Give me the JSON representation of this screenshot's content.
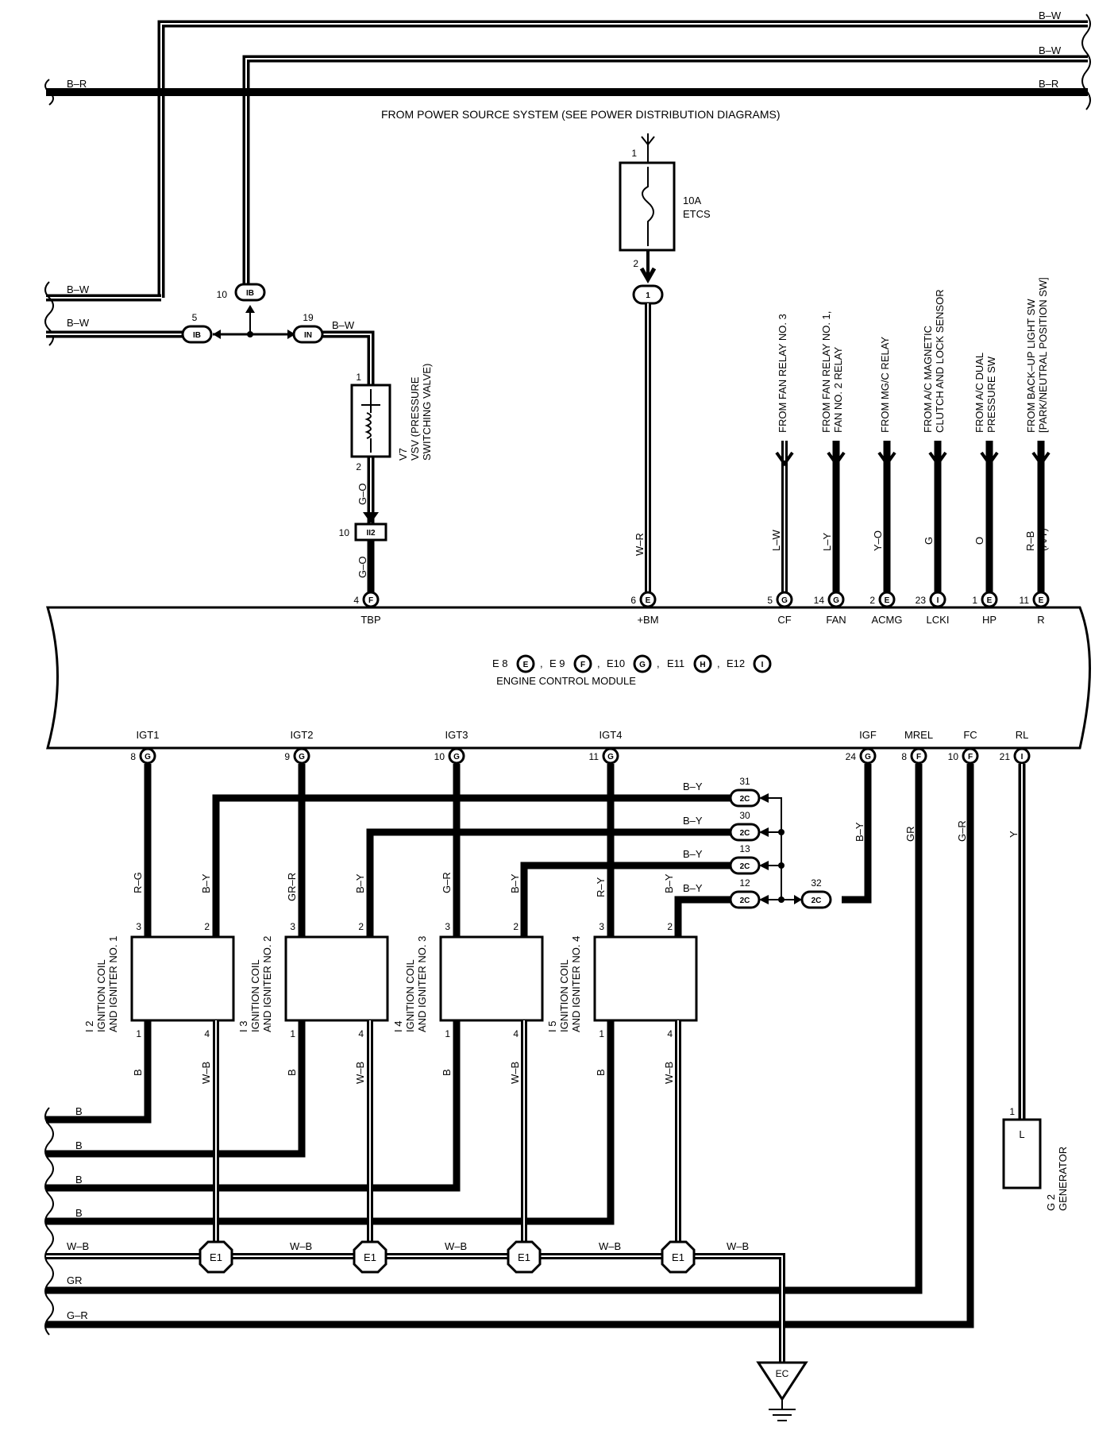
{
  "header": {
    "power_source": "FROM POWER SOURCE SYSTEM (SEE POWER DISTRIBUTION DIAGRAMS)"
  },
  "top_wires": {
    "bw1": "B–W",
    "bw2": "B–W",
    "br": "B–R",
    "br_left": "B–R"
  },
  "left_wires": {
    "bw_a": "B–W",
    "bw_b": "B–W",
    "bw_vsv": "B–W"
  },
  "connectors": {
    "ib_top": {
      "pin": "10",
      "code": "IB"
    },
    "ib_left": {
      "pin": "5",
      "code": "IB"
    },
    "in": {
      "pin": "19",
      "code": "IN"
    },
    "ii2": {
      "pin": "10",
      "code": "II2"
    },
    "one": {
      "pin": "2",
      "code": "1"
    },
    "c2c_31": {
      "pin": "31",
      "code": "2C"
    },
    "c2c_30": {
      "pin": "30",
      "code": "2C"
    },
    "c2c_13": {
      "pin": "13",
      "code": "2C"
    },
    "c2c_12": {
      "pin": "12",
      "code": "2C"
    },
    "c2c_32": {
      "pin": "32",
      "code": "2C"
    }
  },
  "fuse": {
    "pin_top": "1",
    "pin_bottom": "2",
    "rating": "10A",
    "name": "ETCS"
  },
  "vsv": {
    "pin_top": "1",
    "pin_bottom": "2",
    "id": "V7",
    "name_1": "VSV (PRESSURE",
    "name_2": "SWITCHING VALVE)",
    "wire_out": "G–O",
    "wire_ecm": "G–O"
  },
  "from_labels": {
    "cf_1": "FROM FAN RELAY NO. 3",
    "fan_1": "FROM FAN RELAY NO. 1,",
    "fan_2": "FAN NO. 2 RELAY",
    "acmg_1": "FROM MG/C RELAY",
    "lcki_1": "FROM A/C MAGNETIC",
    "lcki_2": "CLUTCH AND LOCK SENSOR",
    "hp_1": "FROM A/C DUAL",
    "hp_2": "PRESSURE SW",
    "r_1": "FROM BACK–UP LIGHT SW",
    "r_2": "[PARK/NEUTRAL POSITION SW]"
  },
  "top_wire_colors": {
    "bm": "W–R",
    "cf": "L–W",
    "fan": "L–Y",
    "acmg": "Y–O",
    "lcki": "G",
    "hp": "O",
    "r": "R–B",
    "r_note": "(A/T)"
  },
  "ecm": {
    "line1_codes": [
      "E 8",
      "E",
      "E 9",
      "F",
      "E10",
      "G",
      "E11",
      "H",
      "E12",
      "I"
    ],
    "name": "ENGINE CONTROL MODULE",
    "top_pins": [
      {
        "num": "4",
        "conn": "F",
        "label": "TBP"
      },
      {
        "num": "6",
        "conn": "E",
        "label": "+BM"
      },
      {
        "num": "5",
        "conn": "G",
        "label": "CF"
      },
      {
        "num": "14",
        "conn": "G",
        "label": "FAN"
      },
      {
        "num": "2",
        "conn": "E",
        "label": "ACMG"
      },
      {
        "num": "23",
        "conn": "I",
        "label": "LCKI"
      },
      {
        "num": "1",
        "conn": "E",
        "label": "HP"
      },
      {
        "num": "11",
        "conn": "E",
        "label": "R"
      }
    ],
    "bottom_pins": [
      {
        "num": "8",
        "conn": "G",
        "label": "IGT1"
      },
      {
        "num": "9",
        "conn": "G",
        "label": "IGT2"
      },
      {
        "num": "10",
        "conn": "G",
        "label": "IGT3"
      },
      {
        "num": "11",
        "conn": "G",
        "label": "IGT4"
      },
      {
        "num": "24",
        "conn": "G",
        "label": "IGF"
      },
      {
        "num": "8",
        "conn": "F",
        "label": "MREL"
      },
      {
        "num": "10",
        "conn": "F",
        "label": "FC"
      },
      {
        "num": "21",
        "conn": "I",
        "label": "RL"
      }
    ]
  },
  "igf_bus": {
    "by1": "B–Y",
    "by2": "B–Y",
    "by3": "B–Y",
    "by4": "B–Y",
    "igf_wire": "B–Y",
    "mrel_wire": "GR",
    "fc_wire": "G–R",
    "rl_wire": "Y"
  },
  "coils": [
    {
      "id": "I 2",
      "name_1": "IGNITION COIL",
      "name_2": "AND IGNITER NO. 1",
      "w3": "R–G",
      "w2": "B–Y",
      "w1": "B",
      "w4": "W–B",
      "p3": "3",
      "p2": "2",
      "p1": "1",
      "p4": "4"
    },
    {
      "id": "I 3",
      "name_1": "IGNITION COIL",
      "name_2": "AND IGNITER NO. 2",
      "w3": "GR–R",
      "w2": "B–Y",
      "w1": "B",
      "w4": "W–B",
      "p3": "3",
      "p2": "2",
      "p1": "1",
      "p4": "4"
    },
    {
      "id": "I 4",
      "name_1": "IGNITION COIL",
      "name_2": "AND IGNITER NO. 3",
      "w3": "G–R",
      "w2": "B–Y",
      "w1": "B",
      "w4": "W–B",
      "p3": "3",
      "p2": "2",
      "p1": "1",
      "p4": "4"
    },
    {
      "id": "I 5",
      "name_1": "IGNITION COIL",
      "name_2": "AND IGNITER NO. 4",
      "w3": "R–Y",
      "w2": "B–Y",
      "w1": "B",
      "w4": "W–B",
      "p3": "3",
      "p2": "2",
      "p1": "1",
      "p4": "4"
    }
  ],
  "bottom_wires": {
    "b1": "B",
    "b2": "B",
    "b3": "B",
    "b4": "B",
    "wb0": "W–B",
    "wb1": "W–B",
    "wb2": "W–B",
    "wb3": "W–B",
    "wb4": "W–B",
    "gr": "GR",
    "gr_r": "G–R"
  },
  "ground": {
    "e1": "E1",
    "ec": "EC"
  },
  "generator": {
    "pin": "1",
    "terminal": "L",
    "id": "G 2",
    "name": "GENERATOR"
  }
}
